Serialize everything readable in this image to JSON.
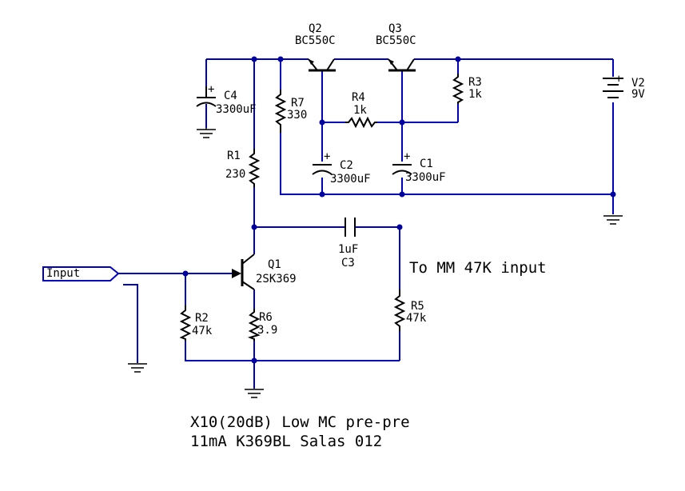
{
  "components": {
    "q2": {
      "ref": "Q2",
      "value": "BC550C"
    },
    "q3": {
      "ref": "Q3",
      "value": "BC550C"
    },
    "q1": {
      "ref": "Q1",
      "value": "2SK369"
    },
    "c4": {
      "ref": "C4",
      "value": "3300uF"
    },
    "c2": {
      "ref": "C2",
      "value": "3300uF"
    },
    "c1": {
      "ref": "C1",
      "value": "3300uF"
    },
    "c3": {
      "ref": "C3",
      "value": "1uF"
    },
    "r1": {
      "ref": "R1",
      "value": "230"
    },
    "r2": {
      "ref": "R2",
      "value": "47k"
    },
    "r3": {
      "ref": "R3",
      "value": "1k"
    },
    "r4": {
      "ref": "R4",
      "value": "1k"
    },
    "r5": {
      "ref": "R5",
      "value": "47k"
    },
    "r6": {
      "ref": "R6",
      "value": "3.9"
    },
    "r7": {
      "ref": "R7",
      "value": "330"
    },
    "v2": {
      "ref": "V2",
      "value": "9V"
    }
  },
  "input_port": "Input",
  "output_note": "To MM 47K input",
  "polarity_mark": "+",
  "title": {
    "line1": "X10(20dB) Low MC pre-pre",
    "line2": "11mA K369BL Salas 012"
  },
  "colors": {
    "wire": "#0000c0",
    "component": "#000000",
    "background": "#ffffff"
  }
}
